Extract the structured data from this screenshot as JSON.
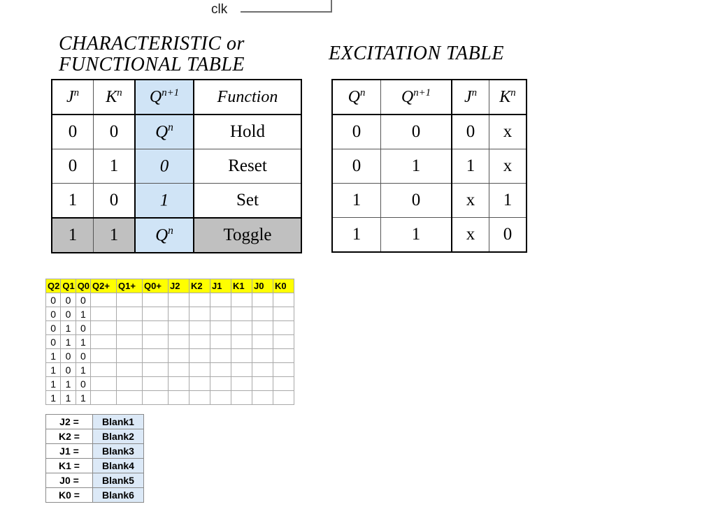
{
  "clk": {
    "label": "clk",
    "wire_color": "#6e6e6e"
  },
  "characteristic": {
    "title": "CHARACTERISTIC or\nFUNCTIONAL TABLE",
    "highlight_color": "#d0e4f6",
    "toggle_row_color": "#c0c0c0",
    "headers": {
      "j": "J",
      "j_sup": "n",
      "k": "K",
      "k_sup": "n",
      "q": "Q",
      "q_sup": "n+1",
      "function": "Function"
    },
    "rows": [
      {
        "j": "0",
        "k": "0",
        "q": "Q",
        "q_sup": "n",
        "function": "Hold"
      },
      {
        "j": "0",
        "k": "1",
        "q": "0",
        "q_sup": "",
        "function": "Reset"
      },
      {
        "j": "1",
        "k": "0",
        "q": "1",
        "q_sup": "",
        "function": "Set"
      },
      {
        "j": "1",
        "k": "1",
        "q": "Q",
        "q_sup": "n",
        "function": "Toggle"
      }
    ]
  },
  "excitation": {
    "title": "EXCITATION TABLE",
    "headers": {
      "qn": "Q",
      "qn_sup": "n",
      "qn1": "Q",
      "qn1_sup": "n+1",
      "j": "J",
      "j_sup": "n",
      "k": "K",
      "k_sup": "n"
    },
    "rows": [
      {
        "qn": "0",
        "qn1": "0",
        "j": "0",
        "k": "x"
      },
      {
        "qn": "0",
        "qn1": "1",
        "j": "1",
        "k": "x"
      },
      {
        "qn": "1",
        "qn1": "0",
        "j": "x",
        "k": "1"
      },
      {
        "qn": "1",
        "qn1": "1",
        "j": "x",
        "k": "0"
      }
    ]
  },
  "worksheet": {
    "header_color": "#ffff00",
    "headers": [
      "Q2",
      "Q1",
      "Q0",
      "Q2+",
      "Q1+",
      "Q0+",
      "J2",
      "K2",
      "J1",
      "K1",
      "J0",
      "K0"
    ],
    "rows": [
      [
        "0",
        "0",
        "0",
        "",
        "",
        "",
        "",
        "",
        "",
        "",
        "",
        ""
      ],
      [
        "0",
        "0",
        "1",
        "",
        "",
        "",
        "",
        "",
        "",
        "",
        "",
        ""
      ],
      [
        "0",
        "1",
        "0",
        "",
        "",
        "",
        "",
        "",
        "",
        "",
        "",
        ""
      ],
      [
        "0",
        "1",
        "1",
        "",
        "",
        "",
        "",
        "",
        "",
        "",
        "",
        ""
      ],
      [
        "1",
        "0",
        "0",
        "",
        "",
        "",
        "",
        "",
        "",
        "",
        "",
        ""
      ],
      [
        "1",
        "0",
        "1",
        "",
        "",
        "",
        "",
        "",
        "",
        "",
        "",
        ""
      ],
      [
        "1",
        "1",
        "0",
        "",
        "",
        "",
        "",
        "",
        "",
        "",
        "",
        ""
      ],
      [
        "1",
        "1",
        "1",
        "",
        "",
        "",
        "",
        "",
        "",
        "",
        "",
        ""
      ]
    ]
  },
  "equations": {
    "blank_color": "#dce9f7",
    "rows": [
      {
        "label": "J2 =",
        "blank": "Blank1"
      },
      {
        "label": "K2 =",
        "blank": "Blank2"
      },
      {
        "label": "J1 =",
        "blank": "Blank3"
      },
      {
        "label": "K1 =",
        "blank": "Blank4"
      },
      {
        "label": "J0 =",
        "blank": "Blank5"
      },
      {
        "label": "K0 =",
        "blank": "Blank6"
      }
    ]
  }
}
